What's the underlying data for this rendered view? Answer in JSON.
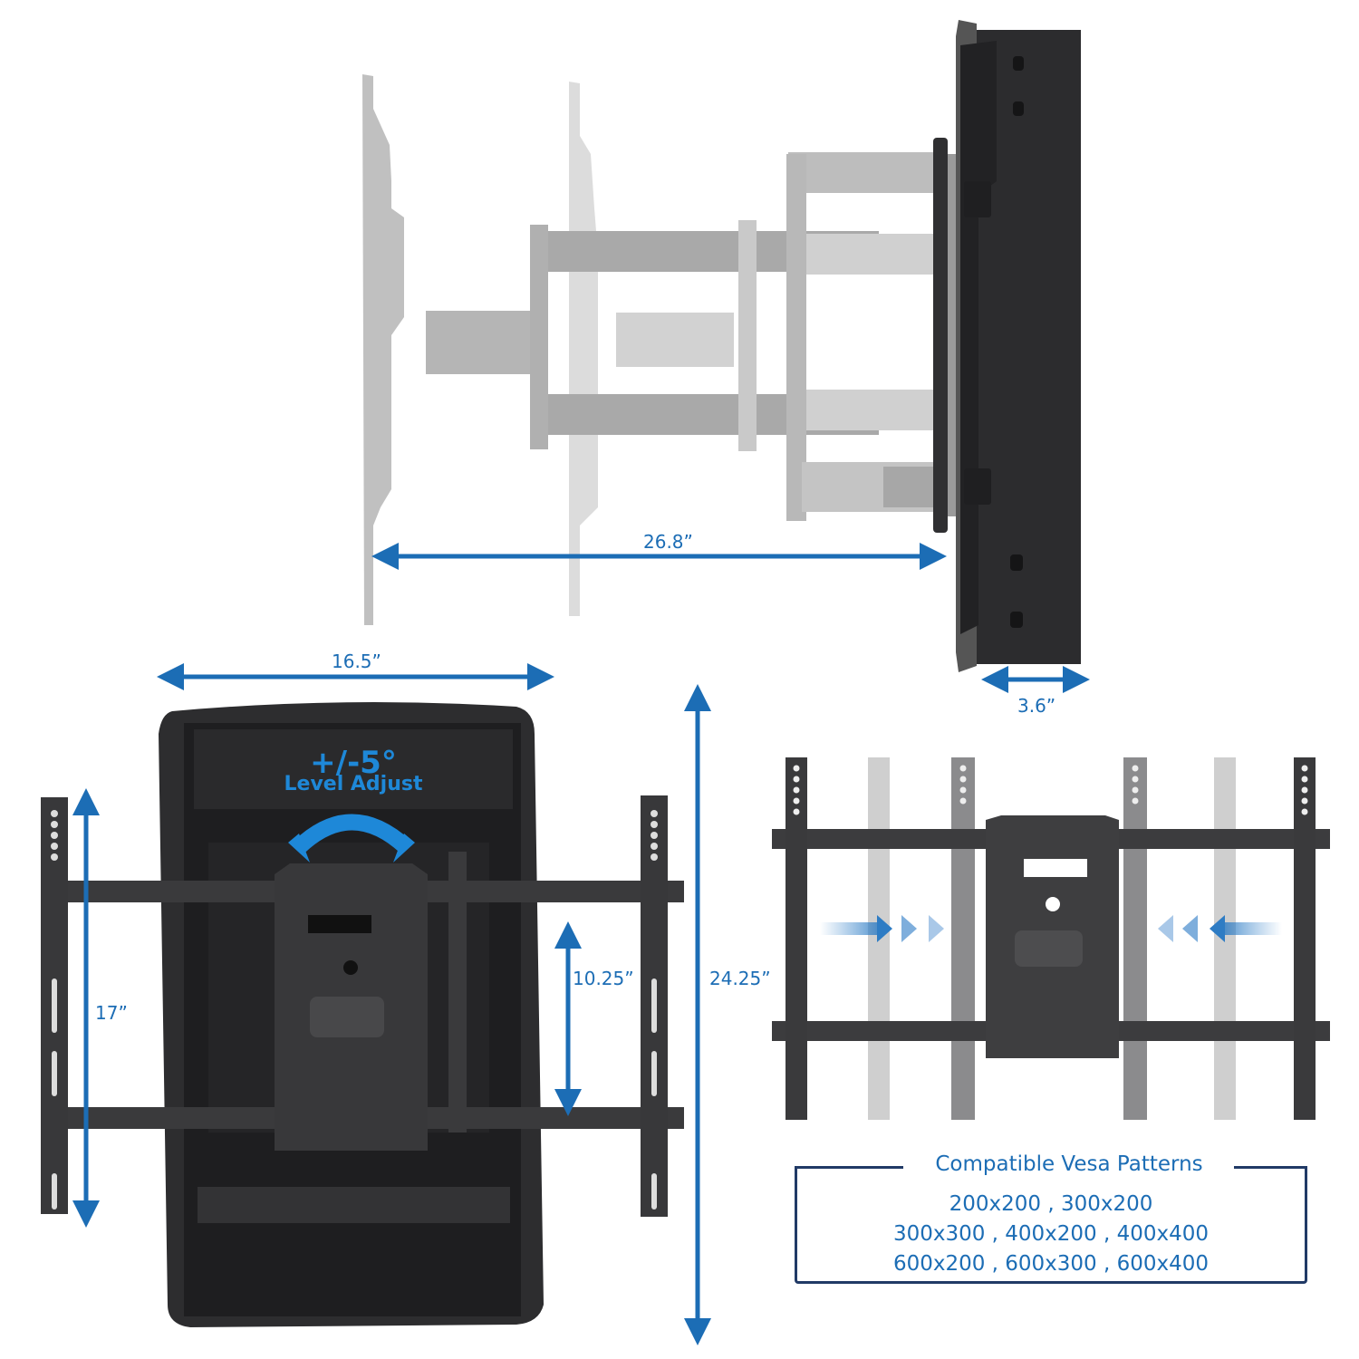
{
  "figure": {
    "type": "product-dimension-diagram",
    "subject": "full-motion TV wall mount"
  },
  "top_view": {
    "extension_label": "26.8”",
    "depth_label": "3.6”"
  },
  "front_view": {
    "width_label": "16.5”",
    "height_label": "24.25”",
    "rail_height_label": "17”",
    "plate_height_label": "10.25”",
    "tilt_value": "+/-5°",
    "tilt_caption": "Level Adjust"
  },
  "vesa_panel": {
    "title": "Compatible Vesa Patterns",
    "rows": [
      "200x200 , 300x200",
      "300x300 , 400x200 , 400x400",
      "600x200 , 600x300 , 600x400"
    ]
  },
  "colors": {
    "dimension_blue": "#1c6db5",
    "accent_blue": "#1e88d8",
    "box_border": "#213a66",
    "metal_dark": "#2b2b2d",
    "ghost_gray": "#b9b9b9"
  }
}
